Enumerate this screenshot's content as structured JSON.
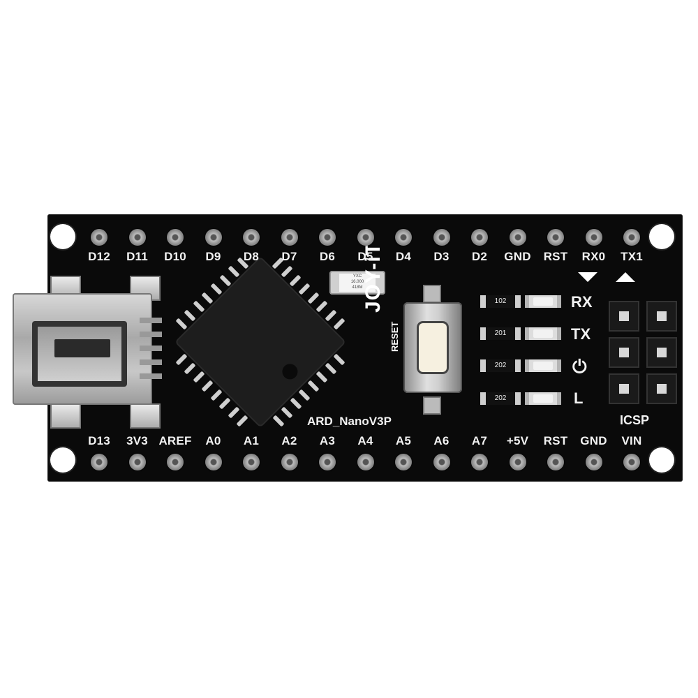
{
  "board": {
    "top_pins": [
      "D12",
      "D11",
      "D10",
      "D9",
      "D8",
      "D7",
      "D6",
      "D5",
      "D4",
      "D3",
      "D2",
      "GND",
      "RST",
      "RX0",
      "TX1"
    ],
    "bottom_pins": [
      "D13",
      "3V3",
      "AREF",
      "A0",
      "A1",
      "A2",
      "A3",
      "A4",
      "A5",
      "A6",
      "A7",
      "+5V",
      "RST",
      "GND",
      "VIN"
    ],
    "brand_text": "JOY-iT",
    "model_text": "ARD_NanoV3P",
    "reset_label": "RESET",
    "icsp_label": "ICSP",
    "led_labels": [
      "RX",
      "TX",
      "⏻",
      "L"
    ],
    "resistor_codes": [
      "102",
      "201",
      "202",
      "202"
    ],
    "crystal_text": [
      "YXC",
      "16.000",
      "418M"
    ],
    "colors": {
      "pcb": "#0a0a0a",
      "silkscreen": "#f2f2f2",
      "metal": "#bdbdbd"
    }
  }
}
